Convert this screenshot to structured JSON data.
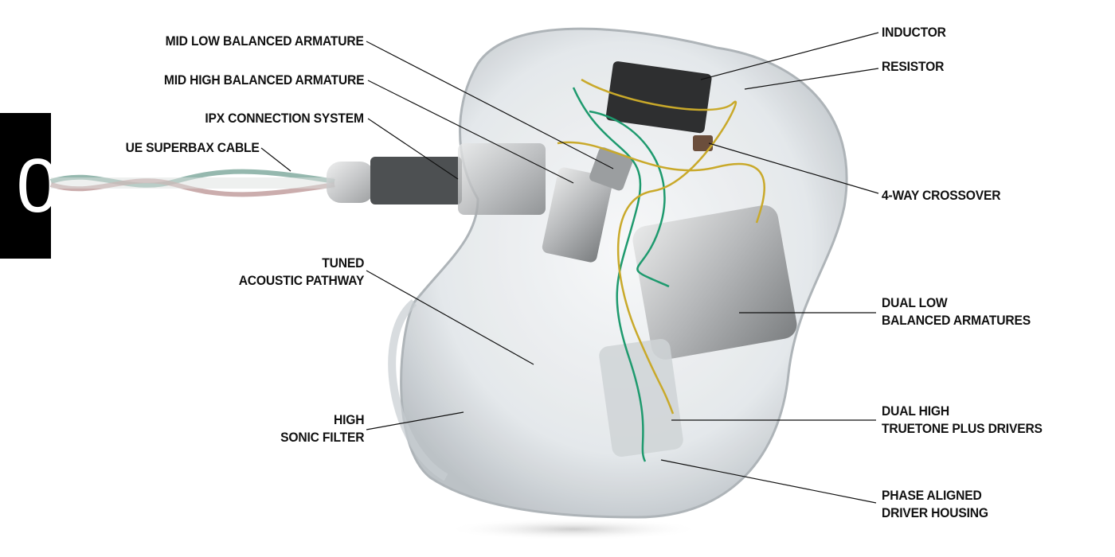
{
  "badge": {
    "text": "0"
  },
  "labels_left": [
    {
      "line1": "MID LOW BALANCED ARMATURE"
    },
    {
      "line1": "MID HIGH BALANCED ARMATURE"
    },
    {
      "line1": "IPX CONNECTION SYSTEM"
    },
    {
      "line1": "UE SUPERBAX CABLE"
    },
    {
      "line1": "TUNED",
      "line2": "ACOUSTIC PATHWAY"
    },
    {
      "line1": "HIGH",
      "line2": "SONIC FILTER"
    }
  ],
  "labels_right": [
    {
      "line1": "INDUCTOR"
    },
    {
      "line1": "RESISTOR"
    },
    {
      "line1": "4-WAY CROSSOVER"
    },
    {
      "line1": "DUAL LOW",
      "line2": "BALANCED ARMATURES"
    },
    {
      "line1": "DUAL HIGH",
      "line2": "TRUETONE PLUS DRIVERS"
    },
    {
      "line1": "PHASE ALIGNED",
      "line2": "DRIVER HOUSING"
    }
  ],
  "colors": {
    "wire_green": "#1e9a6e",
    "wire_yellow": "#c9a92a",
    "shell": "#dfe3e6",
    "line": "#111111"
  }
}
